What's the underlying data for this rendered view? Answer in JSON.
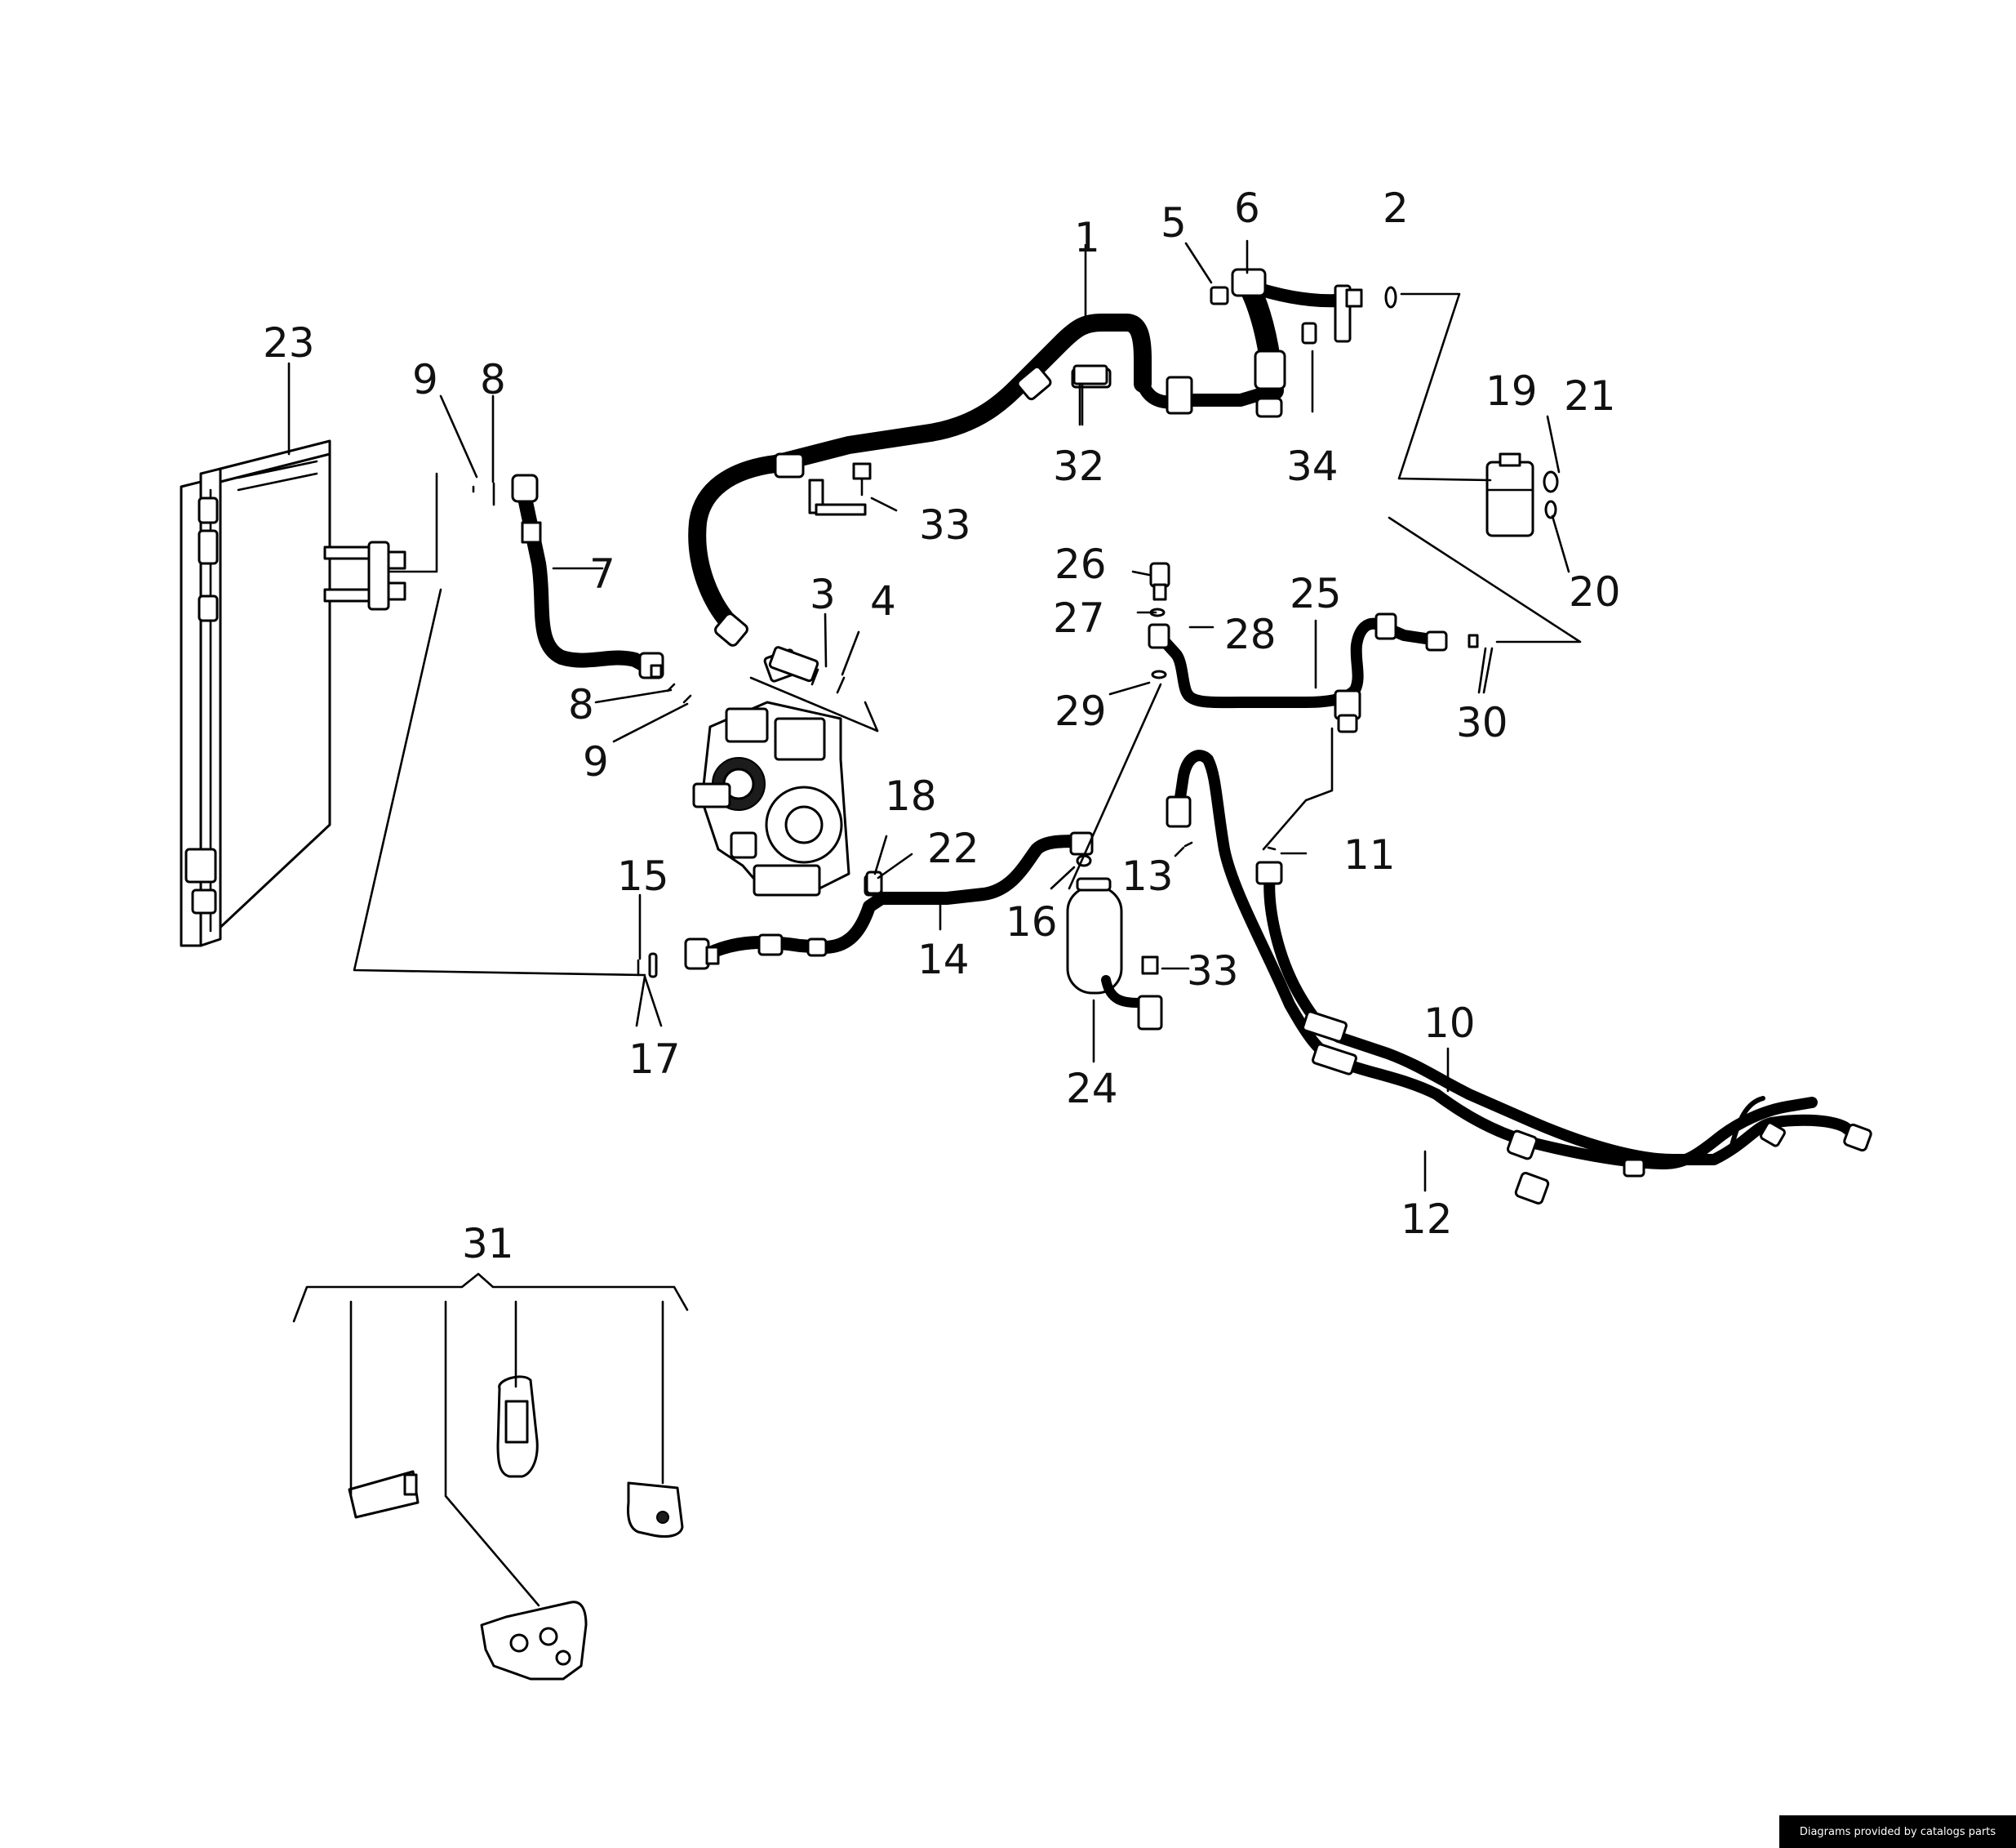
{
  "callouts": {
    "c1": "1",
    "c2": "2",
    "c3": "3",
    "c4": "4",
    "c5": "5",
    "c6": "6",
    "c7": "7",
    "c8a": "8",
    "c8b": "8",
    "c9a": "9",
    "c9b": "9",
    "c10": "10",
    "c11": "11",
    "c12": "12",
    "c13": "13",
    "c14": "14",
    "c15": "15",
    "c16": "16",
    "c17": "17",
    "c18": "18",
    "c19": "19",
    "c20": "20",
    "c21": "21",
    "c22": "22",
    "c23": "23",
    "c24": "24",
    "c25": "25",
    "c26": "26",
    "c27": "27",
    "c28": "28",
    "c29": "29",
    "c30": "30",
    "c31": "31",
    "c32": "32",
    "c33a": "33",
    "c33b": "33",
    "c34": "34"
  },
  "footer": {
    "credit": "Diagrams provided by catalogs parts"
  }
}
